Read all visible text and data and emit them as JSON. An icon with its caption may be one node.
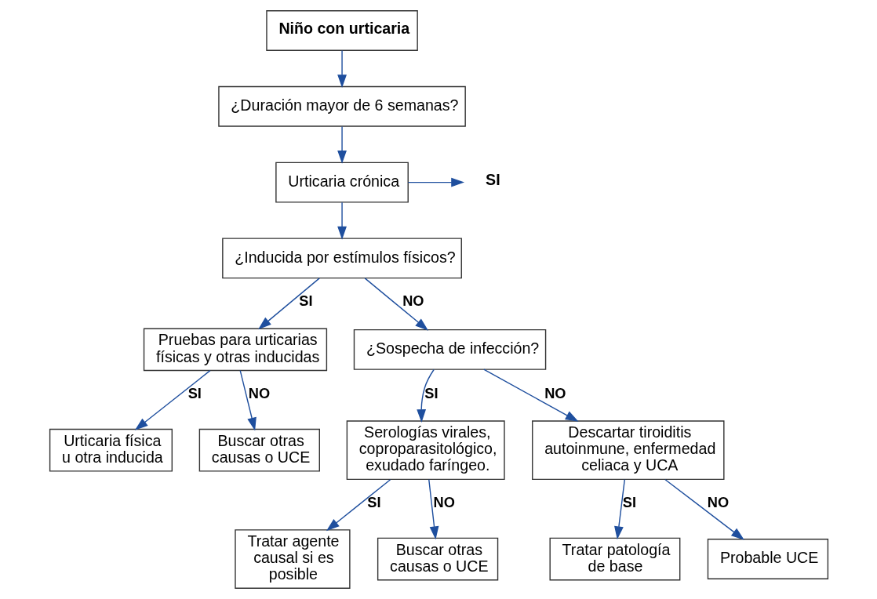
{
  "diagram": {
    "nodes": [
      {
        "text": [
          "Niño con urticaria"
        ]
      },
      {
        "text": [
          "¿Duración mayor de 6 semanas?"
        ]
      },
      {
        "text": [
          "Urticaria crónica"
        ]
      },
      {
        "text": [
          "SI"
        ]
      },
      {
        "text": [
          "¿Inducida por estímulos físicos?"
        ]
      },
      {
        "text": [
          "Pruebas para urticarias físicas y otras inducidas"
        ]
      },
      {
        "text": [
          "¿Sospecha de infección?"
        ]
      },
      {
        "text": [
          "Urticaria física u otra inducida"
        ]
      },
      {
        "text": [
          "Buscar otras causas o UCE"
        ]
      },
      {
        "text": [
          "Serologías virales, coproparasitológico, exudado faríngeo."
        ]
      },
      {
        "text": [
          "Descartar tiroiditis autoinmune, enfermedad celiaca y UCA"
        ]
      },
      {
        "text": [
          "Tratar agente causal si es posible"
        ]
      },
      {
        "text": [
          "Buscar otras causas o UCE"
        ]
      },
      {
        "text": [
          "Tratar patología de base"
        ]
      },
      {
        "text": [
          "Probable UCE"
        ]
      }
    ],
    "edges": [
      {
        "from": 0,
        "to": 1,
        "arrow": "to"
      },
      {
        "from": 1,
        "to": 2,
        "arrow": "to"
      },
      {
        "from": 2,
        "to": 3,
        "arrow": "to"
      },
      {
        "from": 2,
        "to": 4,
        "arrow": "to"
      },
      {
        "from": 4,
        "to": 5,
        "arrow": "to",
        "label": "SI"
      },
      {
        "from": 4,
        "to": 6,
        "arrow": "to",
        "label": "NO"
      },
      {
        "from": 5,
        "to": 7,
        "arrow": "to",
        "label": "SI"
      },
      {
        "from": 5,
        "to": 8,
        "arrow": "to",
        "label": "NO"
      },
      {
        "from": 6,
        "to": 9,
        "arrow": "to",
        "label": "SI"
      },
      {
        "from": 6,
        "to": 10,
        "arrow": "to",
        "label": "NO"
      },
      {
        "from": 9,
        "to": 11,
        "arrow": "to",
        "label": "SI"
      },
      {
        "from": 9,
        "to": 12,
        "arrow": "to",
        "label": "NO"
      },
      {
        "from": 10,
        "to": 13,
        "arrow": "to",
        "label": "SI"
      },
      {
        "from": 10,
        "to": 14,
        "arrow": "to",
        "label": "NO"
      }
    ]
  }
}
